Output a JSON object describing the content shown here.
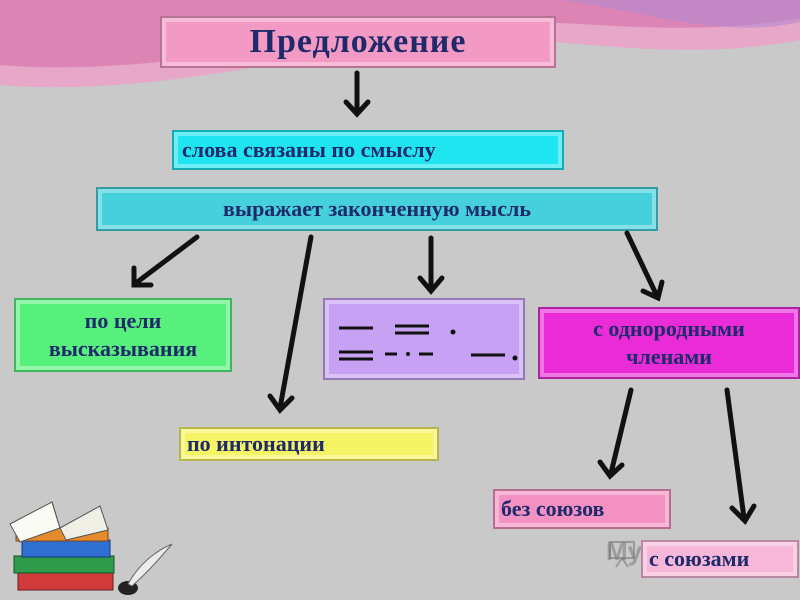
{
  "diagram": {
    "title": "Предложение",
    "nodes": {
      "linked": "слова связаны по смыслу",
      "thought": "выражает законченную мысль",
      "purpose_line1": "по цели",
      "purpose_line2": "высказывания",
      "intonation": "по интонации",
      "homogeneous_line1": "с однородными",
      "homogeneous_line2": "членами",
      "no_conjunctions": "без союзов",
      "with_conjunctions": "с союзами"
    },
    "scheme_symbols": [
      "subject-underline",
      "predicate-double-underline",
      "period",
      "predicate-double-underline",
      "adverbial-dash-dot-underline",
      "object-underline",
      "period"
    ]
  },
  "decorations": {
    "watermark": "MyShared",
    "watermark_icon": "presentation-board-icon",
    "books_icon": "books-with-quill-icon"
  },
  "colors": {
    "background": "#c9c9c9",
    "title_box": "#f39ac4",
    "linked_box": "#1fe5f0",
    "thought_box": "#45d0dc",
    "purpose_box": "#58f07c",
    "scheme_box": "#c7a2f4",
    "homogeneous_box": "#e92cd7",
    "intonation_box": "#f4f465",
    "no_conjunctions_box": "#f392c2",
    "with_conjunctions_box": "#f7b7d8",
    "text": "#1f2a6b"
  }
}
